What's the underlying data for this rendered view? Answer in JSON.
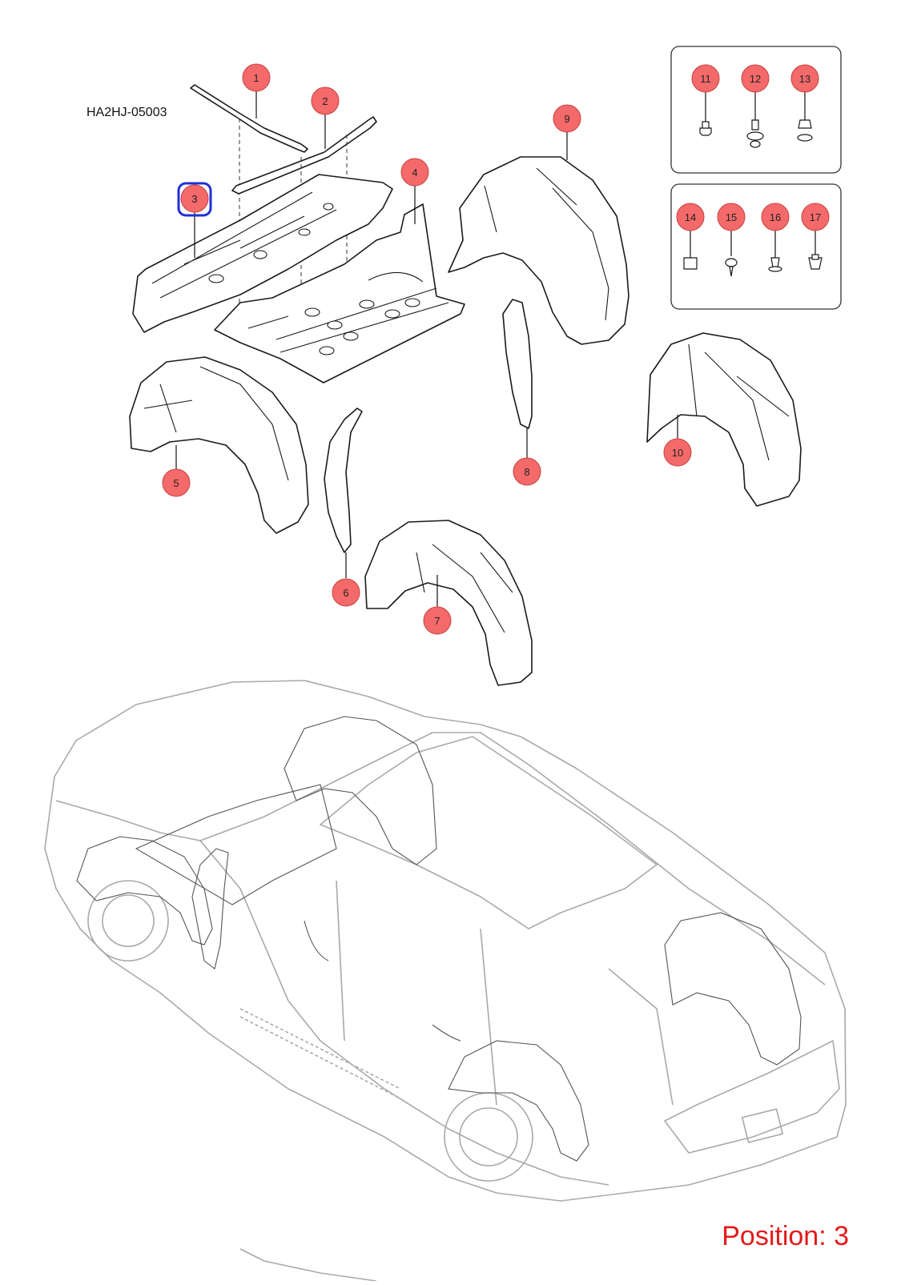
{
  "diagram_code": "HA2HJ-05003",
  "position_label": "Position: 3",
  "highlighted_callout": "3",
  "colors": {
    "callout_fill": "#f46a6a",
    "highlight_ring": "#1f2fd6",
    "position_text": "#e21b1b",
    "car_outline": "#a9a9a9"
  },
  "callouts": {
    "c1": "1",
    "c2": "2",
    "c3": "3",
    "c4": "4",
    "c5": "5",
    "c6": "6",
    "c7": "7",
    "c8": "8",
    "c9": "9",
    "c10": "10",
    "c11": "11",
    "c12": "12",
    "c13": "13",
    "c14": "14",
    "c15": "15",
    "c16": "16",
    "c17": "17"
  }
}
